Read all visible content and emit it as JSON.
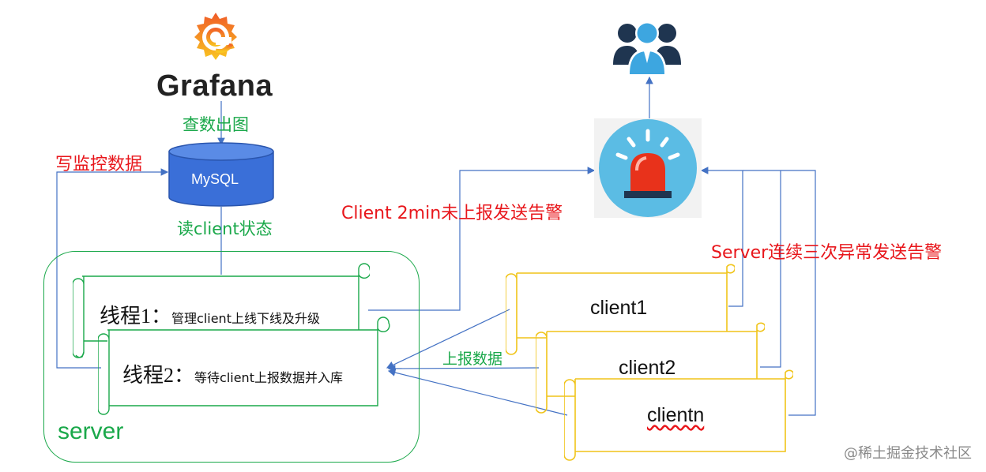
{
  "grafana": {
    "logo_text": "Grafana"
  },
  "database": {
    "label": "MySQL"
  },
  "labels": {
    "query_chart": "查数出图",
    "write_monitor": "写监控数据",
    "read_client_status": "读client状态",
    "client_timeout_alert": "Client 2min未上报发送告警",
    "server_anomaly_alert": "Server连续三次异常发送告警",
    "report_data": "上报数据"
  },
  "server": {
    "label": "server",
    "thread1": {
      "name": "线程1：",
      "desc": "管理client上线下线及升级"
    },
    "thread2": {
      "name": "线程2：",
      "desc": "等待client上报数据并入库"
    }
  },
  "clients": [
    "client1",
    "client2",
    "clientn"
  ],
  "icons": [
    "grafana-logo-icon",
    "users-group-icon",
    "alarm-siren-icon",
    "database-cylinder-icon",
    "scroll-icon"
  ],
  "watermark": "@稀土掘金技术社区",
  "colors": {
    "green": "#1aa84a",
    "red": "#e8161b",
    "blue": "#4472c4",
    "db_blue": "#3a6fd8",
    "scroll_yellow": "#f0c419",
    "alarm_bg": "#5bbce4"
  }
}
